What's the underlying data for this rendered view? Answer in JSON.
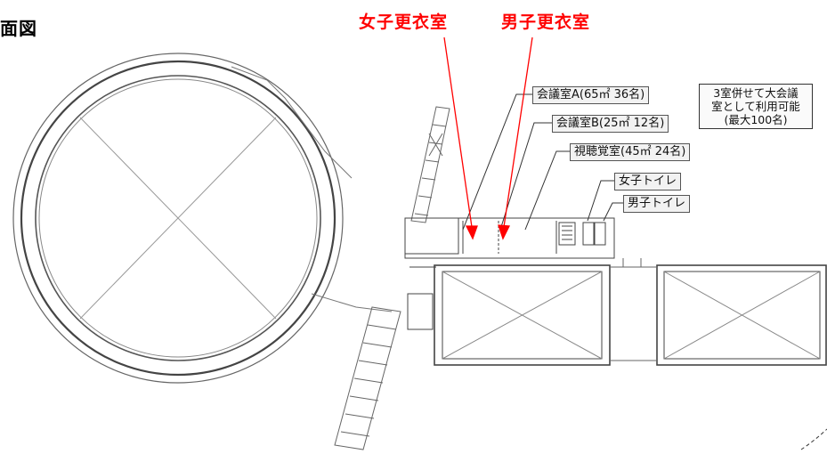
{
  "title": "面図",
  "callouts": {
    "womens_changing": "女子更衣室",
    "mens_changing": "男子更衣室"
  },
  "rooms": {
    "meeting_a": "会議室A(65㎡ 36名)",
    "meeting_b": "会議室B(25㎡ 12名)",
    "av_room": "視聴覚室(45㎡ 24名)",
    "womens_toilet": "女子トイレ",
    "mens_toilet": "男子トイレ"
  },
  "note": {
    "line1": "3室併せて大会議",
    "line2": "室として利用可能",
    "line3": "(最大100名)"
  },
  "colors": {
    "callout": "#ff0000",
    "line": "#444444"
  }
}
